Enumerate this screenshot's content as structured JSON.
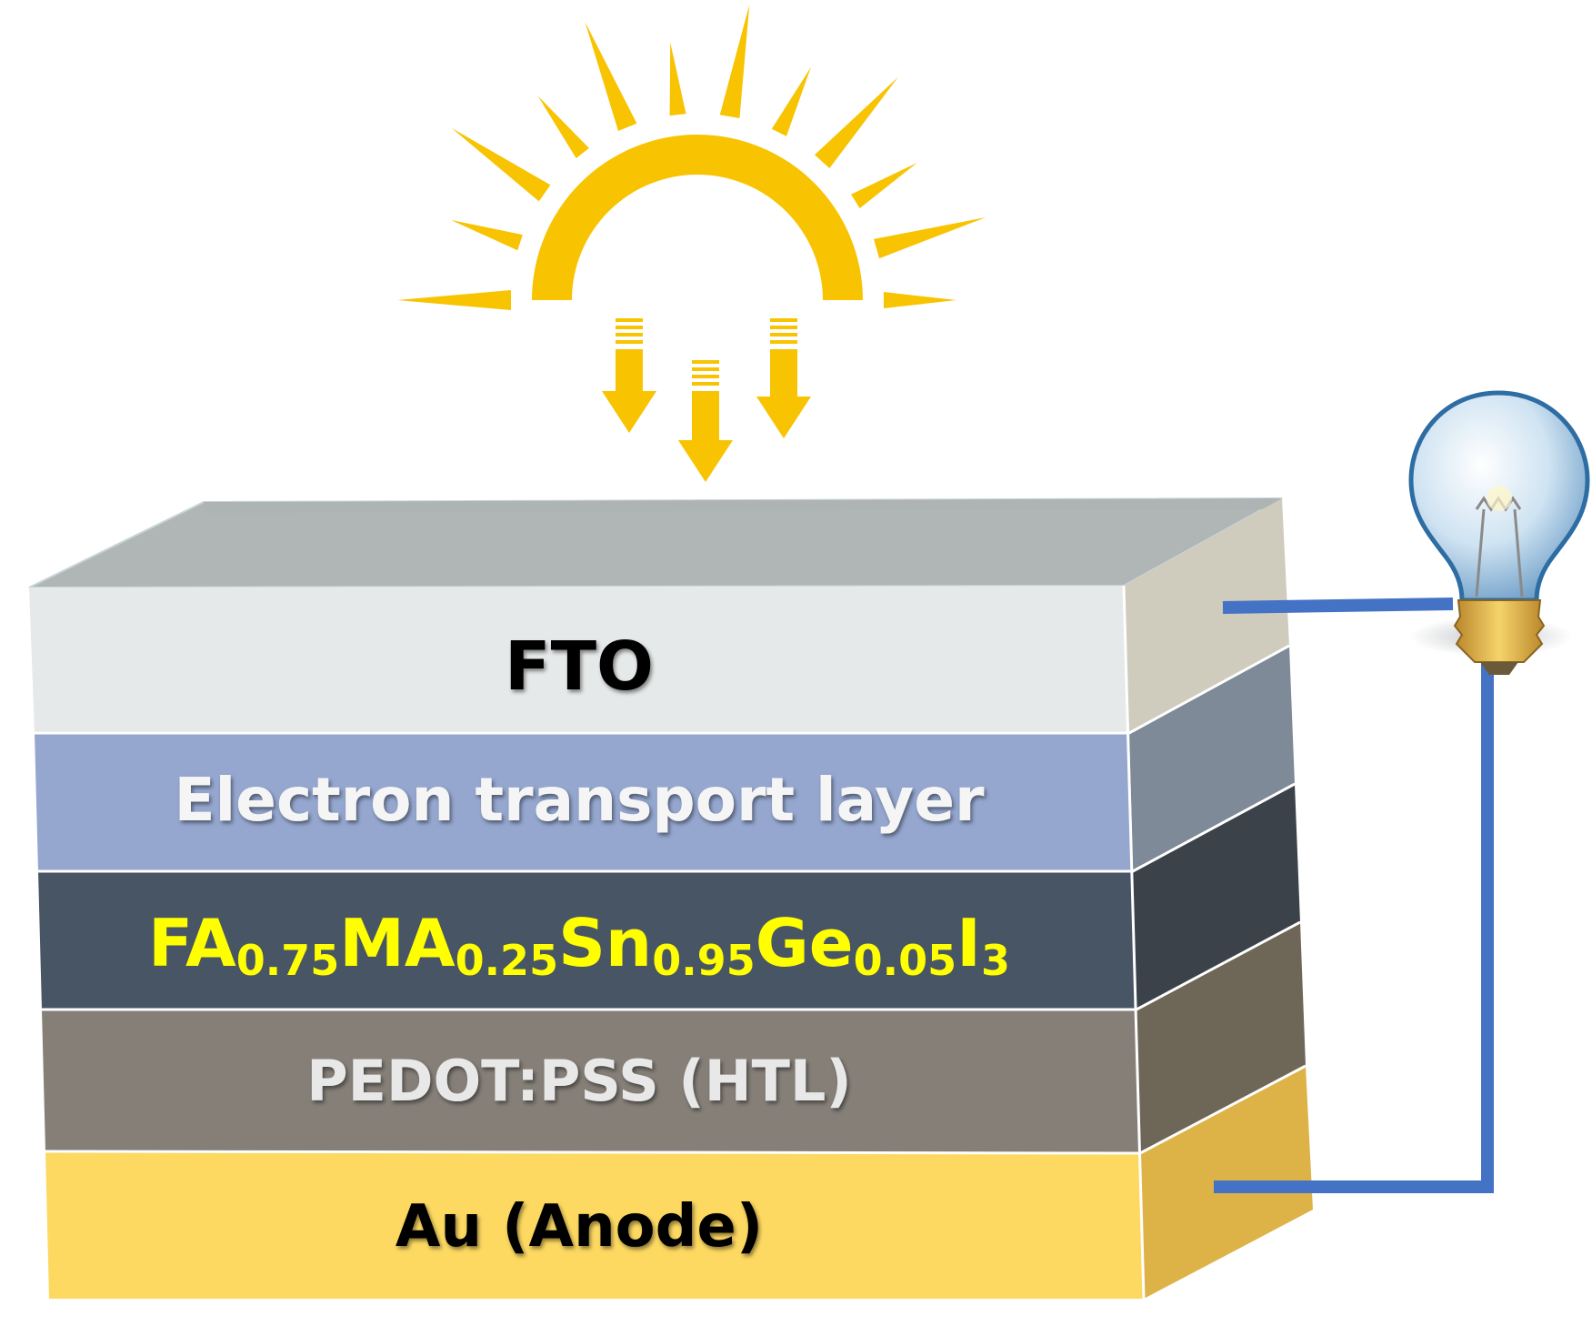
{
  "layers": [
    {
      "id": "fto",
      "label": "FTO",
      "fill": "#e6e9e9",
      "side": "#cfcbbd",
      "text_color": "#000000"
    },
    {
      "id": "etl",
      "label": "Electron transport layer",
      "fill": "#95a7cf",
      "side": "#7e8a98",
      "text_color": "#f5f5f5"
    },
    {
      "id": "absorber",
      "label": "FA0.75MA0.25Sn0.95Ge0.05I3",
      "fill": "#475565",
      "side": "#3b4249",
      "text_color": "#ffff00",
      "formula": [
        {
          "t": "FA",
          "sub": false
        },
        {
          "t": "0.75",
          "sub": true
        },
        {
          "t": "MA",
          "sub": false
        },
        {
          "t": "0.25",
          "sub": true
        },
        {
          "t": "Sn",
          "sub": false
        },
        {
          "t": "0.95",
          "sub": true
        },
        {
          "t": "Ge",
          "sub": false
        },
        {
          "t": "0.05",
          "sub": true
        },
        {
          "t": "I",
          "sub": false
        },
        {
          "t": "3",
          "sub": true
        }
      ]
    },
    {
      "id": "htl",
      "label": "PEDOT:PSS (HTL)",
      "fill": "#857f78",
      "side": "#6e6758",
      "text_color": "#e8e8e8"
    },
    {
      "id": "anode",
      "label": "Au (Anode)",
      "fill": "#fdd961",
      "side": "#ddb348",
      "text_color": "#000000"
    }
  ],
  "colors": {
    "sun": "#f8c300",
    "wire": "#4472c4",
    "fto_top": "#b0b6b6",
    "bulb_glass": "#cfe3f2",
    "bulb_base": "#e7b94a"
  },
  "icons": {
    "sun": "sun-icon",
    "light_rays": "down-arrow-icon",
    "bulb": "light-bulb-icon"
  }
}
